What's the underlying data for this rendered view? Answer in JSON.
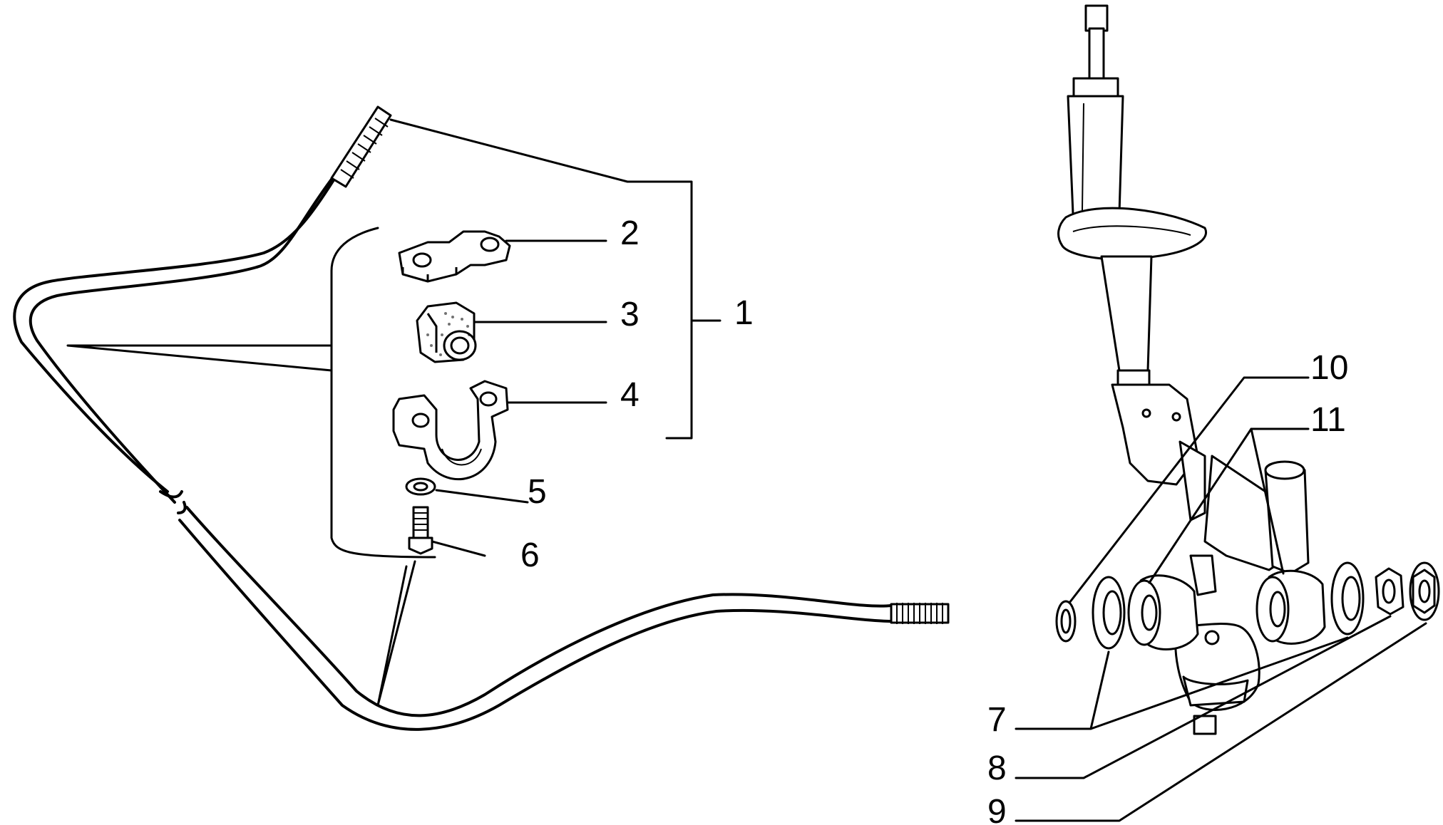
{
  "diagram": {
    "callouts": [
      {
        "id": "1",
        "label": "1"
      },
      {
        "id": "2",
        "label": "2"
      },
      {
        "id": "3",
        "label": "3"
      },
      {
        "id": "4",
        "label": "4"
      },
      {
        "id": "5",
        "label": "5"
      },
      {
        "id": "6",
        "label": "6"
      },
      {
        "id": "7",
        "label": "7"
      },
      {
        "id": "8",
        "label": "8"
      },
      {
        "id": "9",
        "label": "9"
      },
      {
        "id": "10",
        "label": "10"
      },
      {
        "id": "11",
        "label": "11"
      }
    ],
    "parts": [
      "stabilizer-bar",
      "mounting-bracket-plate",
      "rubber-bushing",
      "u-clamp-bracket",
      "washer",
      "bolt",
      "cup-washer",
      "nut",
      "flange-nut",
      "outer-bushing",
      "link-bushing",
      "shock-absorber-strut",
      "lower-control-arm-ball-joint"
    ]
  }
}
